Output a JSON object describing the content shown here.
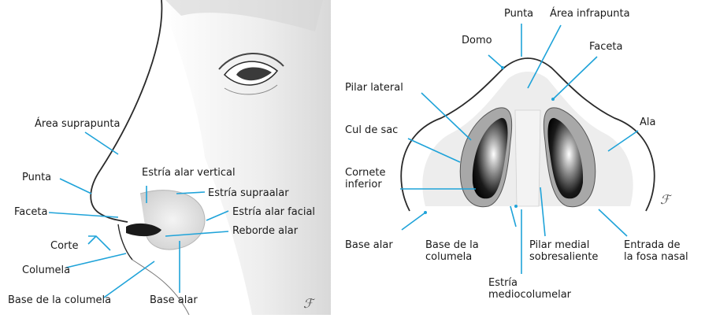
{
  "left_panel": {
    "labels": {
      "area_suprapunta": "Área suprapunta",
      "punta": "Punta",
      "faceta": "Faceta",
      "corte": "Corte",
      "columela": "Columela",
      "base_columela": "Base de la columela",
      "estria_alar_vertical": "Estría alar vertical",
      "estria_supraalar": "Estría supraalar",
      "estria_alar_facial": "Estría alar facial",
      "reborde_alar": "Reborde alar",
      "base_alar": "Base alar"
    }
  },
  "right_panel": {
    "labels": {
      "punta": "Punta",
      "area_infrapunta": "Área infrapunta",
      "domo": "Domo",
      "faceta": "Faceta",
      "pilar_lateral": "Pilar lateral",
      "ala": "Ala",
      "cul_de_sac": "Cul de sac",
      "cornete_inferior": "Cornete\ninferior",
      "base_alar": "Base alar",
      "base_columela": "Base de la\ncolumela",
      "pilar_medial": "Pilar medial\nsobresaliente",
      "entrada_fosa": "Entrada de\nla fosa nasal",
      "estria_mediocolumelar": "Estría\nmediocolumelar"
    }
  },
  "colors": {
    "pointer": "#1fa3d9",
    "outline": "#2a2a2a",
    "shade": "#bdbdbd",
    "nostril": "#111111"
  }
}
